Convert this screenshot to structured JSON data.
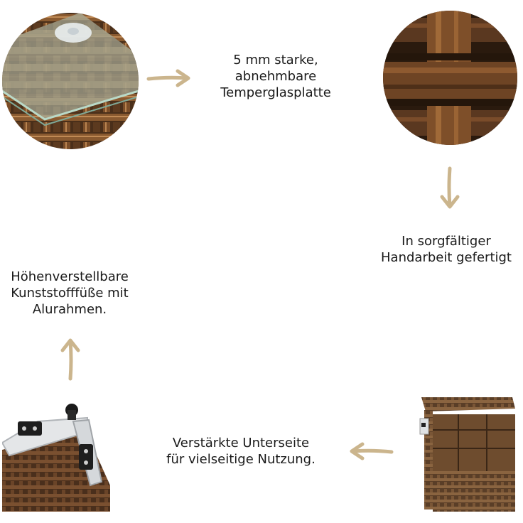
{
  "features": [
    {
      "id": "glass",
      "lines": [
        "5 mm starke,",
        "abnehmbare",
        "Temperglasplatte"
      ],
      "image_icon": "glass-rattan-corner-photo"
    },
    {
      "id": "handmade",
      "lines": [
        "In sorgfältiger",
        "Handarbeit gefertigt"
      ],
      "image_icon": "rattan-weave-closeup-photo"
    },
    {
      "id": "underside",
      "lines": [
        "Verstärkte Unterseite",
        "für vielseitige Nutzung."
      ],
      "image_icon": "reinforced-underside-photo"
    },
    {
      "id": "feet",
      "lines": [
        "Höhenverstellbare",
        "Kunststofffüße mit",
        "Alurahmen."
      ],
      "image_icon": "aluminium-frame-feet-photo"
    }
  ],
  "colors": {
    "arrow": "#cbb58d",
    "rattan_dark": "#3b2616",
    "rattan_mid": "#6b4526",
    "rattan_light": "#a77b4b",
    "text": "#1a1a1a"
  }
}
